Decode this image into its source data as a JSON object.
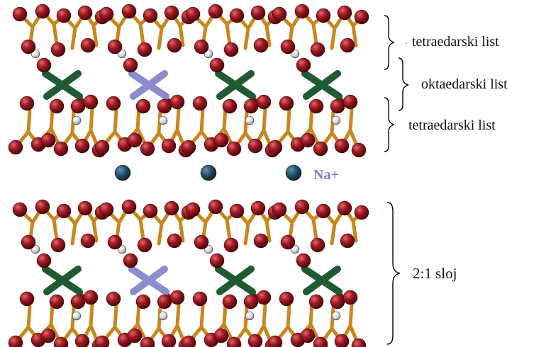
{
  "labels": {
    "tetra_top": "tetraedarski list",
    "octa": "oktaedarski list",
    "tetra_bottom": "tetraedarski list",
    "sodium_ion": "Na+",
    "layer": "2:1 sloj"
  },
  "colors": {
    "oxygen": "#8e1420",
    "hydrogen": "#dcdcdc",
    "silicon_bond": "#c9861c",
    "octahedral_cation": "#1f5a33",
    "substituted_cation": "#8c8ccc",
    "sodium": "#1d4d66",
    "label_na": "#7a7acc",
    "bracket": "#000000"
  },
  "icons": {
    "oxygen_atom": "red-sphere-icon",
    "hydrogen_atom": "white-sphere-icon",
    "octahedral_cation": "green-cross-icon",
    "substituted_cation": "lavender-cross-icon",
    "sodium_ion": "teal-sphere-icon"
  }
}
